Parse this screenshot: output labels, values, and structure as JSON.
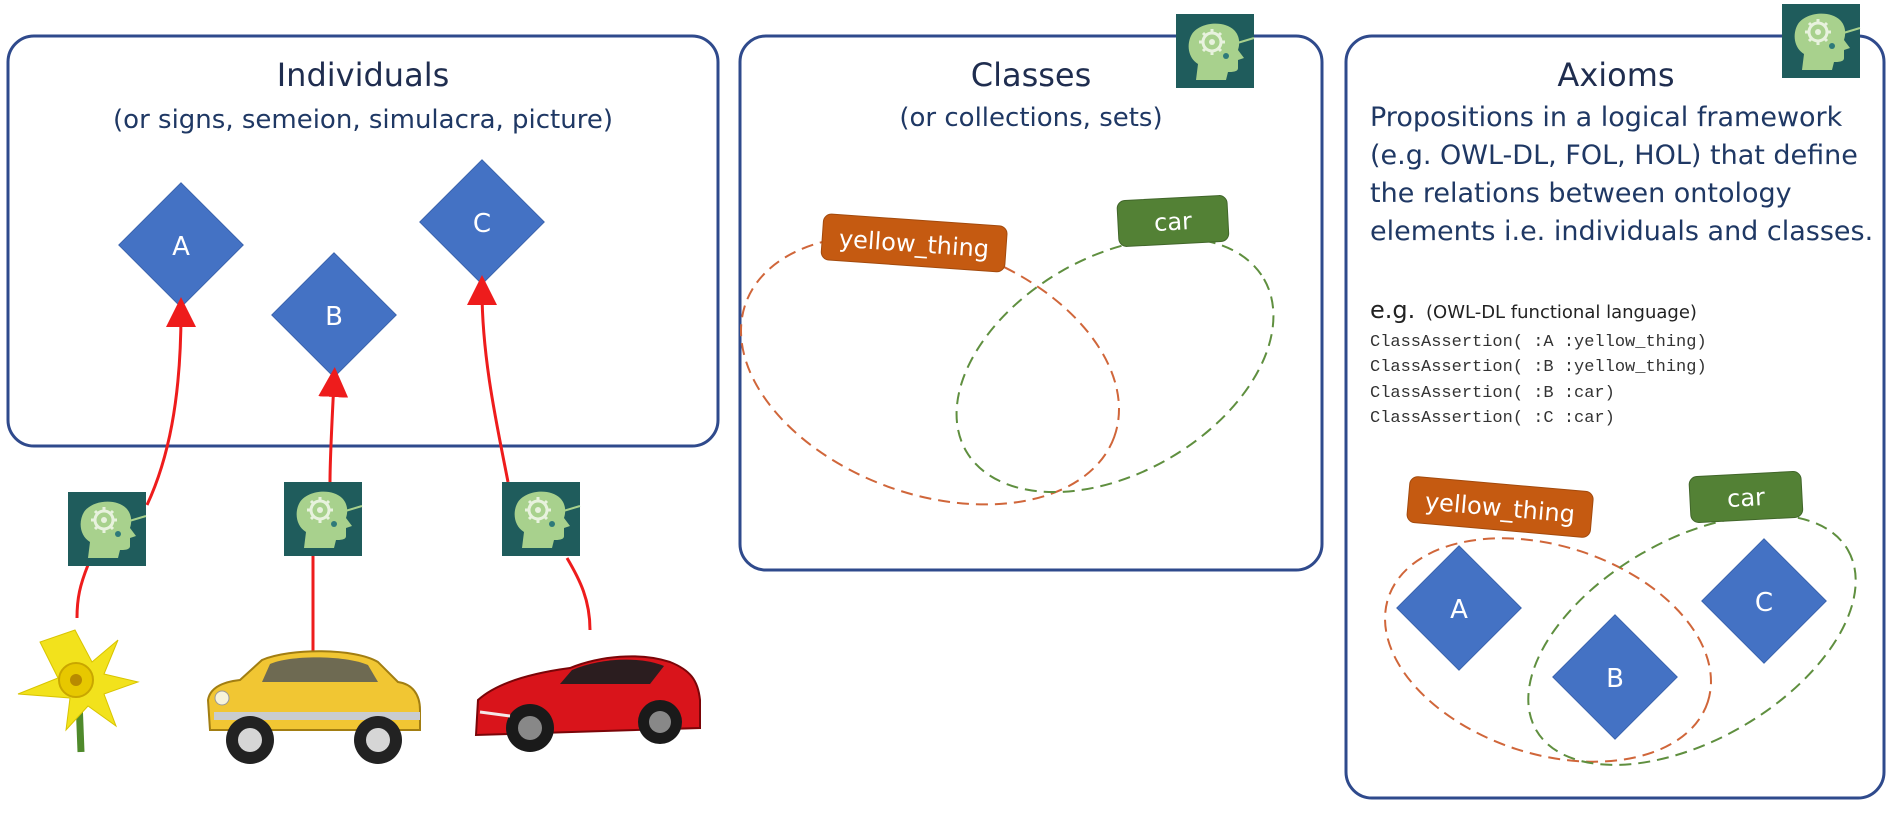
{
  "colors": {
    "panel_border": "#2f4a8c",
    "node_fill": "#4472c4",
    "arrow": "#ee1c1c",
    "orange_tag": "#c55a11",
    "green_tag": "#538135",
    "orange_dash": "#d0663a",
    "green_dash": "#5f8f3f",
    "icon_bg": "#1f5c5c",
    "icon_fg": "#a8d18d"
  },
  "icons": [
    "head-gear-icon",
    "daffodil-image",
    "yellow-car-image",
    "red-car-image"
  ],
  "individuals": {
    "title": "Individuals",
    "subtitle": "(or signs, semeion, simulacra, picture)",
    "nodes": [
      "A",
      "B",
      "C"
    ]
  },
  "classes": {
    "title": "Classes",
    "subtitle": "(or collections, sets)",
    "tag_yellow": "yellow_thing",
    "tag_car": "car"
  },
  "axioms": {
    "title": "Axioms",
    "description_lines": [
      "Propositions in a logical framework",
      "(e.g. OWL-DL, FOL, HOL) that define",
      "the relations between ontology",
      "elements  i.e. individuals and classes."
    ],
    "eg_prefix": "e.g.",
    "eg_note": "(OWL-DL functional language)",
    "code_lines": [
      "ClassAssertion( :A :yellow_thing)",
      "ClassAssertion( :B :yellow_thing)",
      "ClassAssertion( :B :car)",
      "ClassAssertion( :C :car)"
    ],
    "tag_yellow": "yellow_thing",
    "tag_car": "car",
    "nodes": [
      "A",
      "B",
      "C"
    ]
  }
}
